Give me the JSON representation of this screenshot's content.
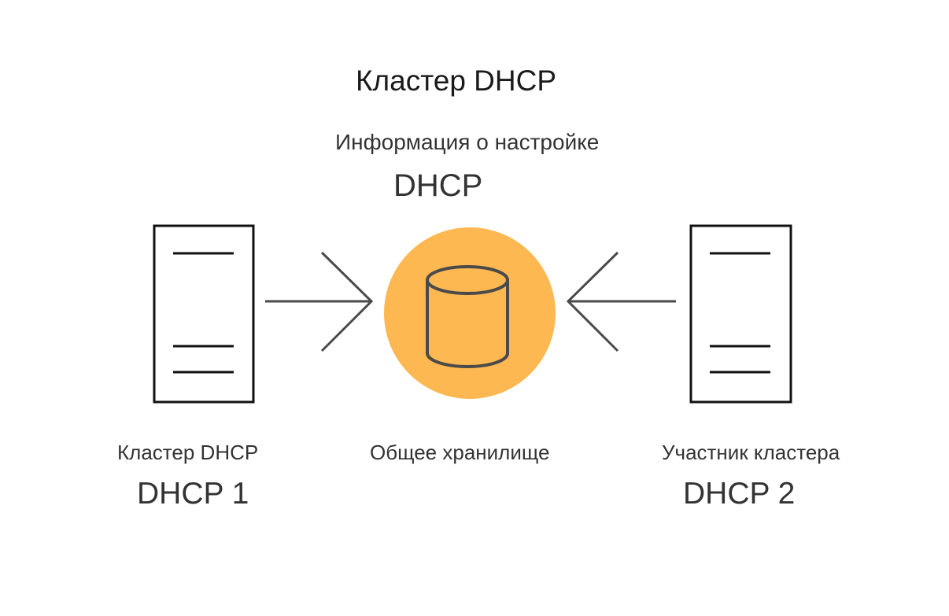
{
  "title": "Кластер DHCP",
  "config_info": {
    "line1": "Информация о настройке",
    "line2": "DHCP"
  },
  "server_1": {
    "line1": "Кластер DHCP",
    "line2": "DHCP 1",
    "icon": "server-icon"
  },
  "shared_storage": {
    "label": "Общее хранилище",
    "icon": "database-icon"
  },
  "server_2": {
    "line1": "Участник кластера",
    "line2": "DHCP 2",
    "icon": "server-icon"
  },
  "colors": {
    "storage_circle": "#FDB852",
    "stroke": "#4a4a4a",
    "server_outline": "#111111"
  }
}
